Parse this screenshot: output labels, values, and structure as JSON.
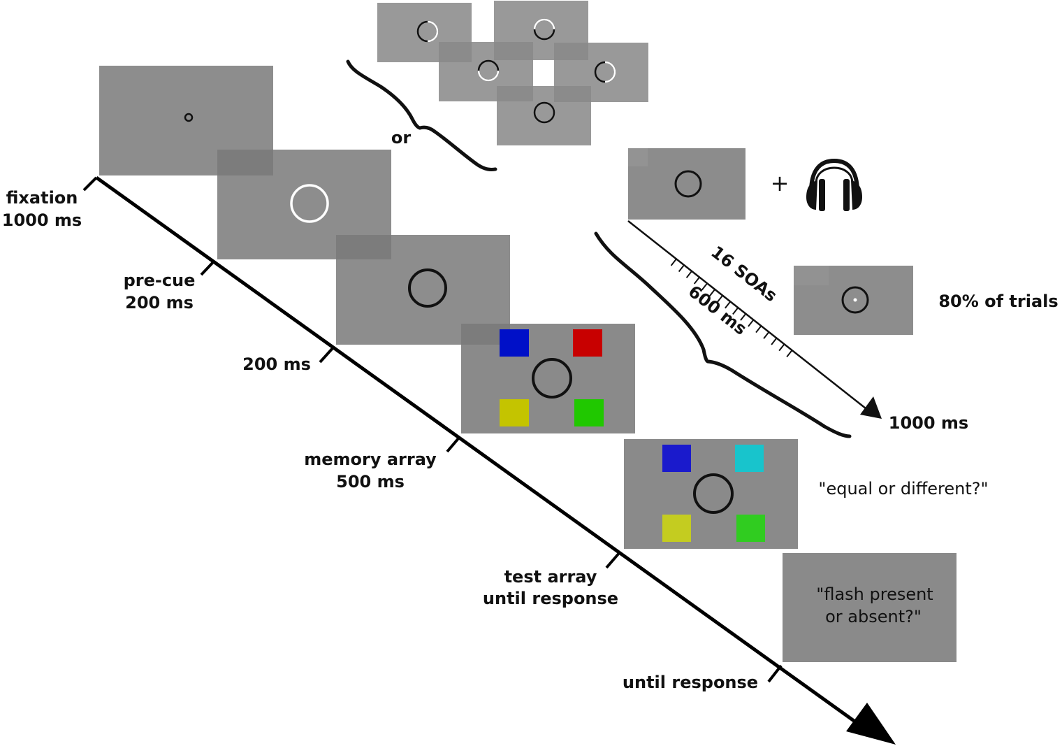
{
  "colors": {
    "screen": "#8a8a8a",
    "screen_light": "#999999",
    "overlap": "#7d7d7d",
    "ink": "#111111",
    "white": "#ffffff",
    "memory_blue": "#0010c8",
    "memory_red": "#c80000",
    "memory_yellow": "#c4c400",
    "memory_green": "#20c800",
    "test_blue": "#1a1acc",
    "test_cyan": "#18c4cc",
    "test_yellow": "#c4cc20",
    "test_green": "#30cc20"
  },
  "icons": {
    "headphones": "headphones-icon",
    "plus": "plus-sign"
  },
  "labels": {
    "fixation": {
      "line1": "fixation",
      "line2": "1000 ms"
    },
    "precue": {
      "line1": "pre-cue",
      "line2": "200 ms"
    },
    "delay": {
      "line1": "200 ms"
    },
    "memory_array": {
      "line1": "memory array",
      "line2": "500 ms"
    },
    "test_array": {
      "line1": "test array",
      "line2": "until response"
    },
    "final": {
      "line1": "until response"
    },
    "or": "or",
    "soas": "16 SOAs",
    "soa_window": "600 ms",
    "flash_end": "1000 ms",
    "trials": "80% of trials",
    "question_memory": "\"equal or different?\"",
    "question_flash_line1": "\"flash present",
    "question_flash_line2": "or absent?\"",
    "plus": "+"
  }
}
